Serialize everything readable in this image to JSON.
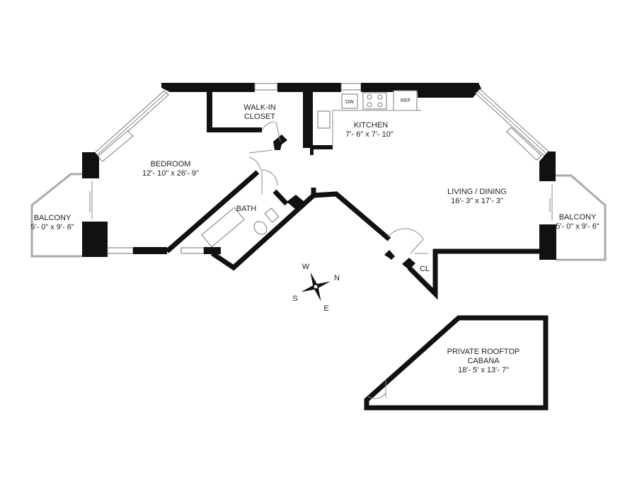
{
  "rooms": {
    "bedroom": {
      "name": "BEDROOM",
      "size": "12'- 10\" x 26'- 9\""
    },
    "walk_in_closet": {
      "name_line1": "WALK-IN",
      "name_line2": "CLOSET"
    },
    "kitchen": {
      "name": "KITCHEN",
      "size": "7'- 6\" x 7'- 10\""
    },
    "living_dining": {
      "name": "LIVING / DINING",
      "size": "16'- 3\" x 17'- 3\""
    },
    "bath": {
      "name": "BATH"
    },
    "balcony_left": {
      "name": "BALCONY",
      "size": "5'- 0\" x 9'- 6\""
    },
    "balcony_right": {
      "name": "BALCONY",
      "size": "5'- 0\" x 9'- 6\""
    },
    "closet": {
      "name": "CL"
    },
    "cabana": {
      "name_line1": "PRIVATE ROOFTOP",
      "name_line2": "CABANA",
      "size": "18'- 5' x 13'- 7\""
    }
  },
  "appliances": {
    "dishwasher": "DW",
    "refrigerator": "REF"
  },
  "compass": {
    "w": "W",
    "n": "N",
    "s": "S",
    "e": "E"
  }
}
